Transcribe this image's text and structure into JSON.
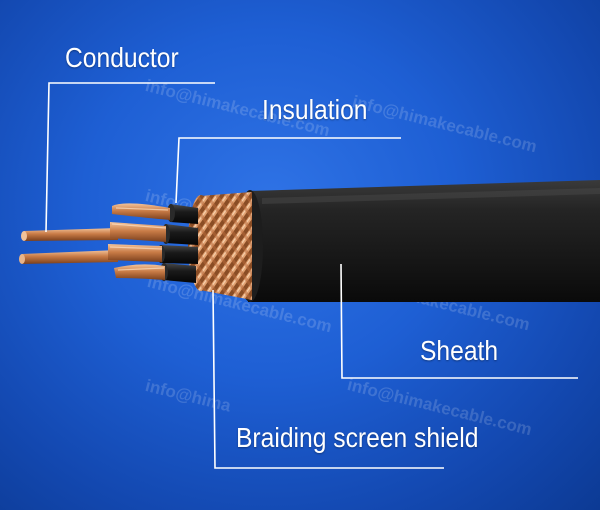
{
  "labels": {
    "conductor": "Conductor",
    "insulation": "Insulation",
    "sheath": "Sheath",
    "braiding_screen_shield": "Braiding screen shield"
  },
  "watermark": {
    "text": "info@himakecable.com",
    "partial_text": "info@hima"
  },
  "colors": {
    "background": "#1e5fd4",
    "leader_line": "#ffffff",
    "sheath": "#1c1c1c",
    "copper": "#c77a45",
    "insulation": "#101010"
  }
}
